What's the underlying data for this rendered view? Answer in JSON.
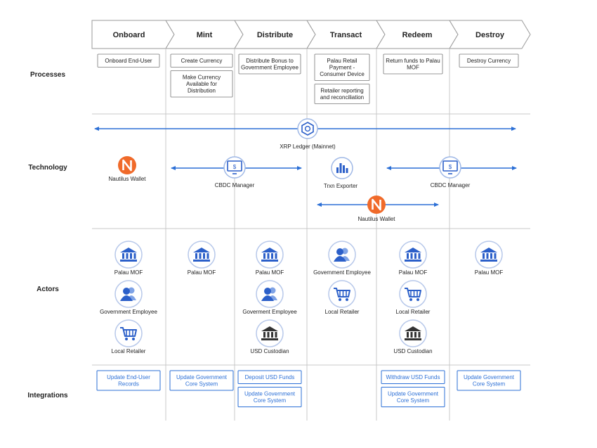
{
  "stages": [
    "Onboard",
    "Mint",
    "Distribute",
    "Transact",
    "Redeem",
    "Destroy"
  ],
  "row_labels": {
    "processes": "Processes",
    "technology": "Technology",
    "actors": "Actors",
    "integrations": "Integrations"
  },
  "processes": [
    {
      "col": 0,
      "items": [
        [
          "Onboard  End-User"
        ]
      ]
    },
    {
      "col": 1,
      "items": [
        [
          "Create Currency"
        ],
        [
          "Make Currency",
          "Available for",
          "Distribution"
        ]
      ]
    },
    {
      "col": 2,
      "items": [
        [
          "Distribute Bonus to",
          "Government Employee"
        ]
      ]
    },
    {
      "col": 3,
      "items": [
        [
          "Palau Retail",
          "Payment -",
          "Consumer Device"
        ],
        [
          "Retailer reporting",
          "and reconciliation"
        ]
      ]
    },
    {
      "col": 4,
      "items": [
        [
          "Return funds to Palau",
          "MOF"
        ]
      ]
    },
    {
      "col": 5,
      "items": [
        [
          "Destroy Currency"
        ]
      ]
    }
  ],
  "technology": {
    "xrp_label": "XRP Ledger (Mainnet)",
    "nautilus_label": "Nautilus Wallet",
    "cbdc_label": "CBDC Manager",
    "trxn_label": "Trxn Exporter"
  },
  "actor_labels": {
    "mof": "Palau MOF",
    "employee": "Government Employee",
    "employee_alt": "Goverment Employee",
    "retailer": "Local Retailer",
    "custodian": "USD Custodian"
  },
  "actors": [
    {
      "col": 0,
      "items": [
        {
          "type": "bank",
          "label": "mof"
        },
        {
          "type": "people",
          "label": "employee"
        },
        {
          "type": "cart",
          "label": "retailer"
        }
      ]
    },
    {
      "col": 1,
      "items": [
        {
          "type": "bank",
          "label": "mof"
        }
      ]
    },
    {
      "col": 2,
      "items": [
        {
          "type": "bank",
          "label": "mof"
        },
        {
          "type": "people",
          "label": "employee_alt"
        },
        {
          "type": "bankdark",
          "label": "custodian"
        }
      ]
    },
    {
      "col": 3,
      "items": [
        {
          "type": "people",
          "label": "employee"
        },
        {
          "type": "cart",
          "label": "retailer"
        }
      ]
    },
    {
      "col": 4,
      "items": [
        {
          "type": "bank",
          "label": "mof"
        },
        {
          "type": "cart",
          "label": "retailer"
        },
        {
          "type": "bankdark",
          "label": "custodian"
        }
      ]
    },
    {
      "col": 5,
      "items": [
        {
          "type": "bank",
          "label": "mof"
        }
      ]
    }
  ],
  "integrations": [
    {
      "col": 0,
      "items": [
        [
          "Update End-User",
          "Records"
        ]
      ]
    },
    {
      "col": 1,
      "items": [
        [
          "Update Government",
          "Core System"
        ]
      ]
    },
    {
      "col": 2,
      "items": [
        [
          "Deposit USD Funds"
        ],
        [
          "Update Government",
          "Core System"
        ]
      ]
    },
    {
      "col": 3,
      "items": []
    },
    {
      "col": 4,
      "items": [
        [
          "Withdraw USD Funds"
        ],
        [
          "Update Government",
          "Core System"
        ]
      ]
    },
    {
      "col": 5,
      "items": [
        [
          "Update Government",
          "Core System"
        ]
      ]
    }
  ],
  "colors": {
    "accent": "#2b6fd6",
    "orange": "#f06a2a",
    "line": "#c8c8c8",
    "box_border": "#777777",
    "icon_blue": "#2b5fc9",
    "icon_dark": "#333333"
  }
}
